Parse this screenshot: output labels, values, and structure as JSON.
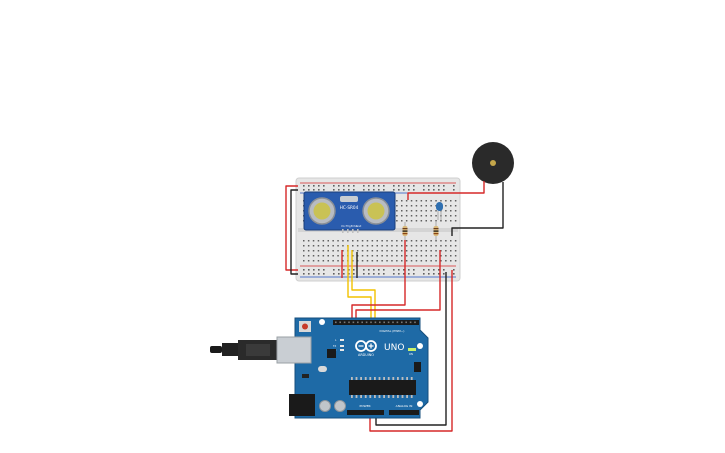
{
  "sensor": {
    "label": "HC-SR04",
    "pins": [
      "Vcc",
      "Trig",
      "Echo",
      "Gnd"
    ]
  },
  "board": {
    "brand": "ARDUINO",
    "model": "UNO",
    "header_digital": "DIGITAL (PWM~)",
    "header_power": "POWER",
    "header_analog": "ANALOG IN",
    "tx_label": "TX",
    "rx_label": "RX",
    "l_label": "L",
    "on_label": "ON"
  },
  "colors": {
    "wire_red": "#d62828",
    "wire_black": "#222222",
    "wire_yellow": "#f2c200",
    "board_blue": "#1e6aa6",
    "breadboard": "#e9e9e9",
    "buzzer": "#2a2a2a",
    "led": "#2f6fb0"
  }
}
